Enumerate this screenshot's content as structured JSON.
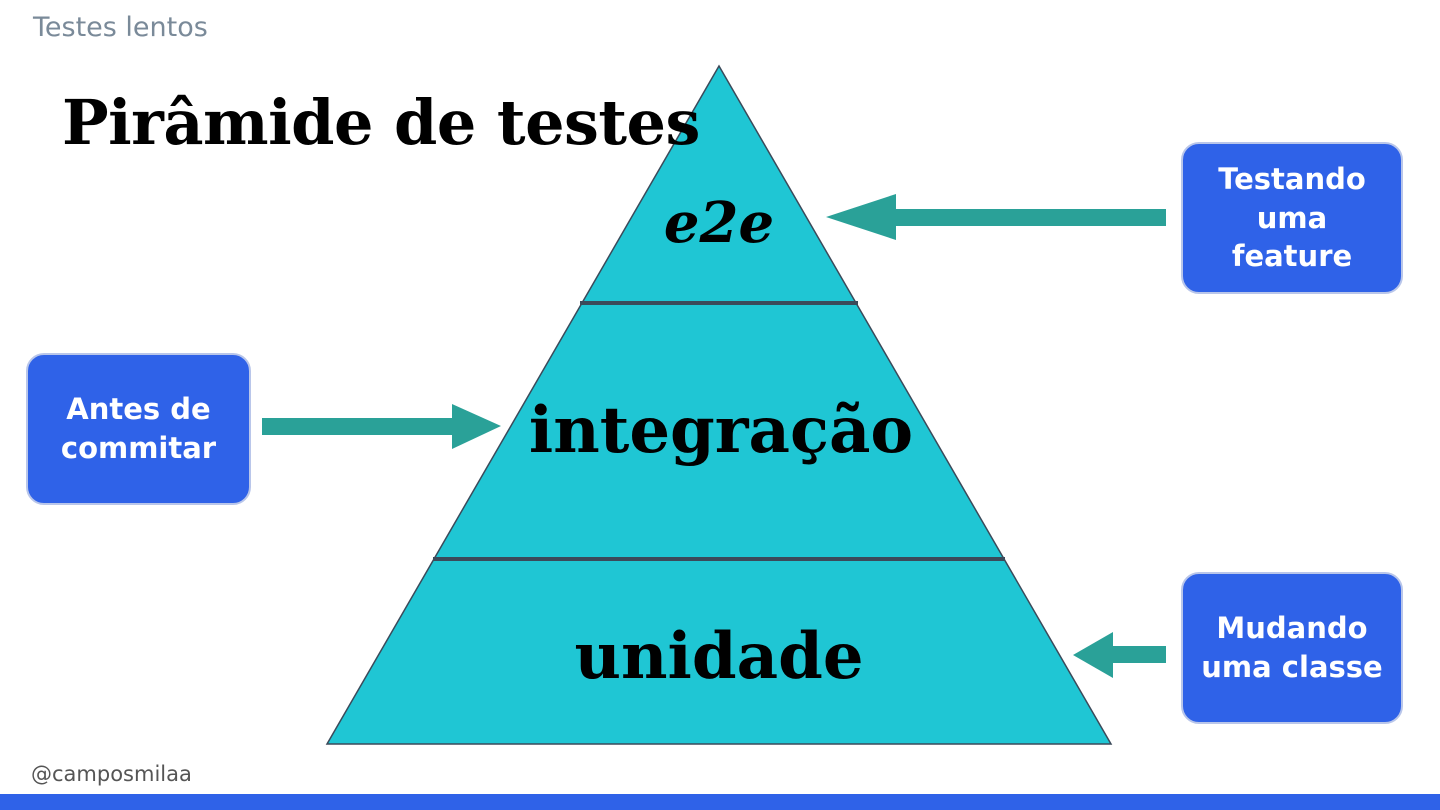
{
  "header": {
    "section_label": "Testes lentos",
    "title": "Pirâmide de testes"
  },
  "pyramid": {
    "levels": [
      {
        "label": "e2e"
      },
      {
        "label": "integração"
      },
      {
        "label": "unidade"
      }
    ]
  },
  "callouts": {
    "feature": "Testando\numa\nfeature",
    "commit": "Antes de\ncommitar",
    "classe": "Mudando\numa classe"
  },
  "footer": {
    "handle": "@camposmilaa"
  },
  "colors": {
    "pyramid_fill": "#1fc6d4",
    "divider": "#3b4a5a",
    "arrow": "#2aa198",
    "callout_bg": "#2f62e8",
    "bottom_bar": "#2f62e8"
  }
}
